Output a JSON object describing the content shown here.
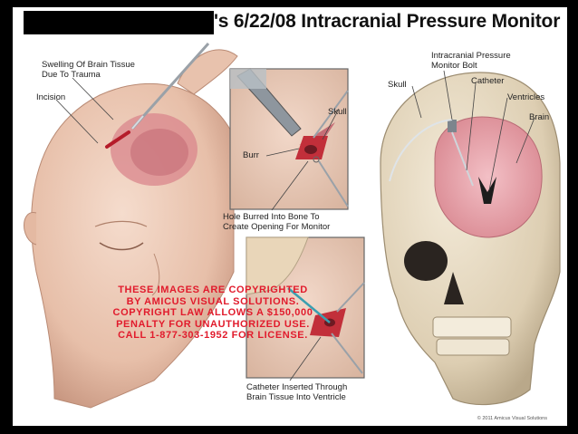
{
  "title": "'s 6/22/08 Intracranial Pressure Monitor",
  "labels": {
    "swelling": "Swelling Of Brain Tissue\nDue To Trauma",
    "incision": "Incision",
    "skull_inset": "Skull",
    "burr": "Burr",
    "hole": "Hole Burred Into Bone To\nCreate Opening For Monitor",
    "catheter_insert": "Catheter Inserted Through\nBrain Tissue Into Ventricle",
    "icp_bolt": "Intracranial Pressure\nMonitor Bolt",
    "skull_right": "Skull",
    "catheter": "Catheter",
    "ventricles": "Ventricles",
    "brain": "Brain"
  },
  "watermark": [
    "These Images Are Copyrighted",
    "By Amicus Visual Solutions.",
    "Copyright Law Allows A $150,000",
    "Penalty For Unauthorized Use.",
    "Call 1-877-303-1952 For License."
  ],
  "copyright": "© 2011 Amicus Visual Solutions",
  "colors": {
    "skin": "#e9c7b3",
    "bone": "#e8dcc6",
    "brain": "#e8a0a8",
    "watermark": "#e11b2c"
  }
}
